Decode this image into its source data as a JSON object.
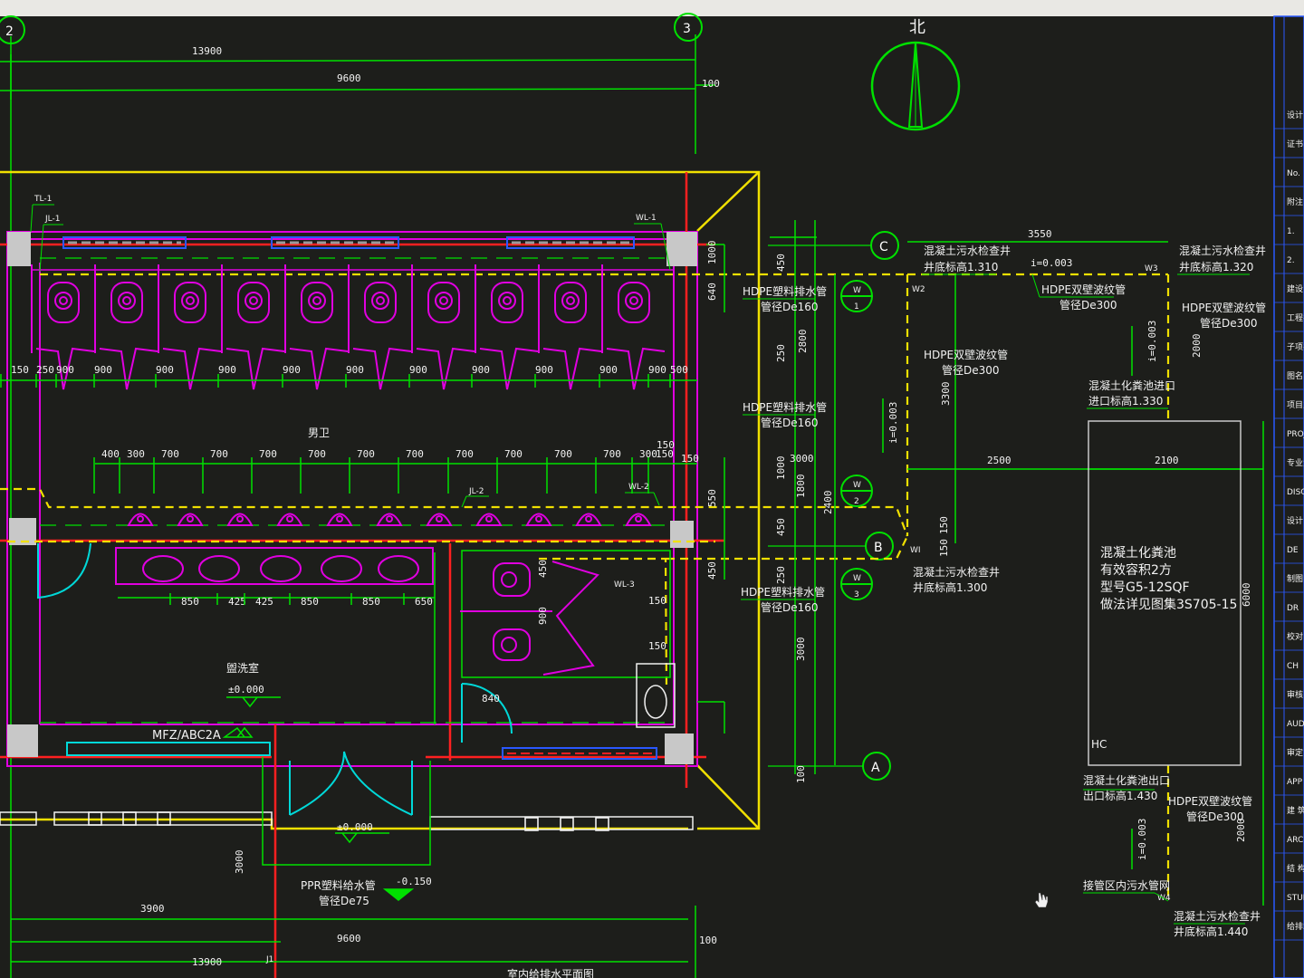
{
  "drawing": {
    "north_label": "北",
    "axes": {
      "c2": "2",
      "c3": "3",
      "rA": "A",
      "rB": "B",
      "rC": "C"
    },
    "top_dims": {
      "d13900": "13900",
      "d9600": "9600",
      "d100": "100"
    },
    "bottom_dims": {
      "d3900": "3900",
      "d9600": "9600",
      "d13900": "13900",
      "d100": "100",
      "d3000": "3000"
    },
    "pipe_labels": {
      "tl1": "TL-1",
      "jl1": "JL-1",
      "wl1": "WL-1",
      "jl2": "JL-2",
      "wl2": "WL-2",
      "wl3": "WL-3",
      "j1": "J1",
      "w3": "W3",
      "w2": "W2",
      "w4": "W4",
      "wi": "WI"
    },
    "rooms": {
      "men": "男卫",
      "washroom": "盥洗室",
      "elev1": "±0.000",
      "elev2": "±0.000",
      "elev3": "-0.150",
      "door_tag": "MFZ/ABC2A"
    },
    "row1_dims": [
      "250",
      "900",
      "900",
      "900",
      "900",
      "900",
      "900",
      "900",
      "900",
      "900",
      "900",
      "900",
      "500",
      "150"
    ],
    "row2_dims": [
      "400",
      "300",
      "700",
      "700",
      "700",
      "700",
      "700",
      "700",
      "700",
      "700",
      "700",
      "700",
      "300",
      "150"
    ],
    "row3_dims": [
      "850",
      "425",
      "425",
      "850",
      "850",
      "650"
    ],
    "misc_dims": [
      "1000",
      "640",
      "840",
      "150",
      "150",
      "550",
      "450",
      "450",
      "900",
      "150",
      "150",
      "150"
    ],
    "right_dims": {
      "d3550": "3550",
      "d2500": "2500",
      "d2100": "2100",
      "d450": "450",
      "d250a": "250",
      "d2800": "2800",
      "d3000a": "3000",
      "d1000": "1000",
      "d1800": "1800",
      "d2400": "2400",
      "d450b": "450",
      "d250b": "250",
      "d3000b": "3000",
      "d100": "100",
      "d3300": "3300",
      "d150a": "150",
      "d150b": "150",
      "d2000a": "2000",
      "d2000b": "2000",
      "d6000": "6000",
      "slope1": "i=0.003",
      "slope2": "i=0.003",
      "slope3": "i=0.003",
      "slope4": "i=0.003"
    },
    "annotations": {
      "mh1_l1": "混凝土污水检查井",
      "mh1_l2": "井底标高1.310",
      "mh2_l1": "混凝土污水检查井",
      "mh2_l2": "井底标高1.320",
      "mh3_l1": "混凝土污水检查井",
      "mh3_l2": "井底标高1.300",
      "mh4_l1": "混凝土污水检查井",
      "mh4_l2": "井底标高1.440",
      "pipe1_l1": "HDPE塑料排水管",
      "pipe1_l2": "管径De160",
      "pipe2_l1": "HDPE塑料排水管",
      "pipe2_l2": "管径De160",
      "pipe3_l1": "HDPE塑料排水管",
      "pipe3_l2": "管径De160",
      "hdpe1_l1": "HDPE双壁波纹管",
      "hdpe1_l2": "管径De300",
      "hdpe2_l1": "HDPE双壁波纹管",
      "hdpe2_l2": "管径De300",
      "hdpe3_l1": "HDPE双壁波纹管",
      "hdpe3_l2": "管径De300",
      "hdpe4_l1": "HDPE双壁波纹管",
      "hdpe4_l2": "管径De300",
      "ppr_l1": "PPR塑料给水管",
      "ppr_l2": "管径De75",
      "inlet_l1": "混凝土化粪池进口",
      "inlet_l2": "进口标高1.330",
      "outlet_l1": "混凝土化粪池出口",
      "outlet_l2": "出口标高1.430",
      "septic_l1": "混凝土化粪池",
      "septic_l2": "有效容积2方",
      "septic_l3": "型号G5-12SQF",
      "septic_l4": "做法详见图集3S705-15",
      "hc": "HC",
      "network": "接管区内污水管网"
    },
    "title_bottom": "室内给排水平面图",
    "side_strip": [
      "设计",
      "证书",
      "No.",
      "附注",
      "1.",
      "2.",
      "建设",
      "工程名",
      "子项名",
      "图名",
      "项目主",
      "PROJE",
      "专业负",
      "DISC",
      "设计",
      "DE",
      "制图",
      "DR",
      "校对",
      "CH",
      "审核",
      "AUD",
      "审定",
      "APP",
      "建 筑",
      "ARCH",
      "结 构",
      "STUR",
      "给排水"
    ]
  },
  "colors": {
    "background": "#1d1e1b",
    "wall": "#e000e0",
    "dim": "#00e000",
    "red": "#ff2020",
    "yellow": "#f0e000",
    "cyan": "#00d8d8",
    "blue": "#2a58ff",
    "white": "#f0f0f0",
    "grey": "#9a9a9a"
  }
}
